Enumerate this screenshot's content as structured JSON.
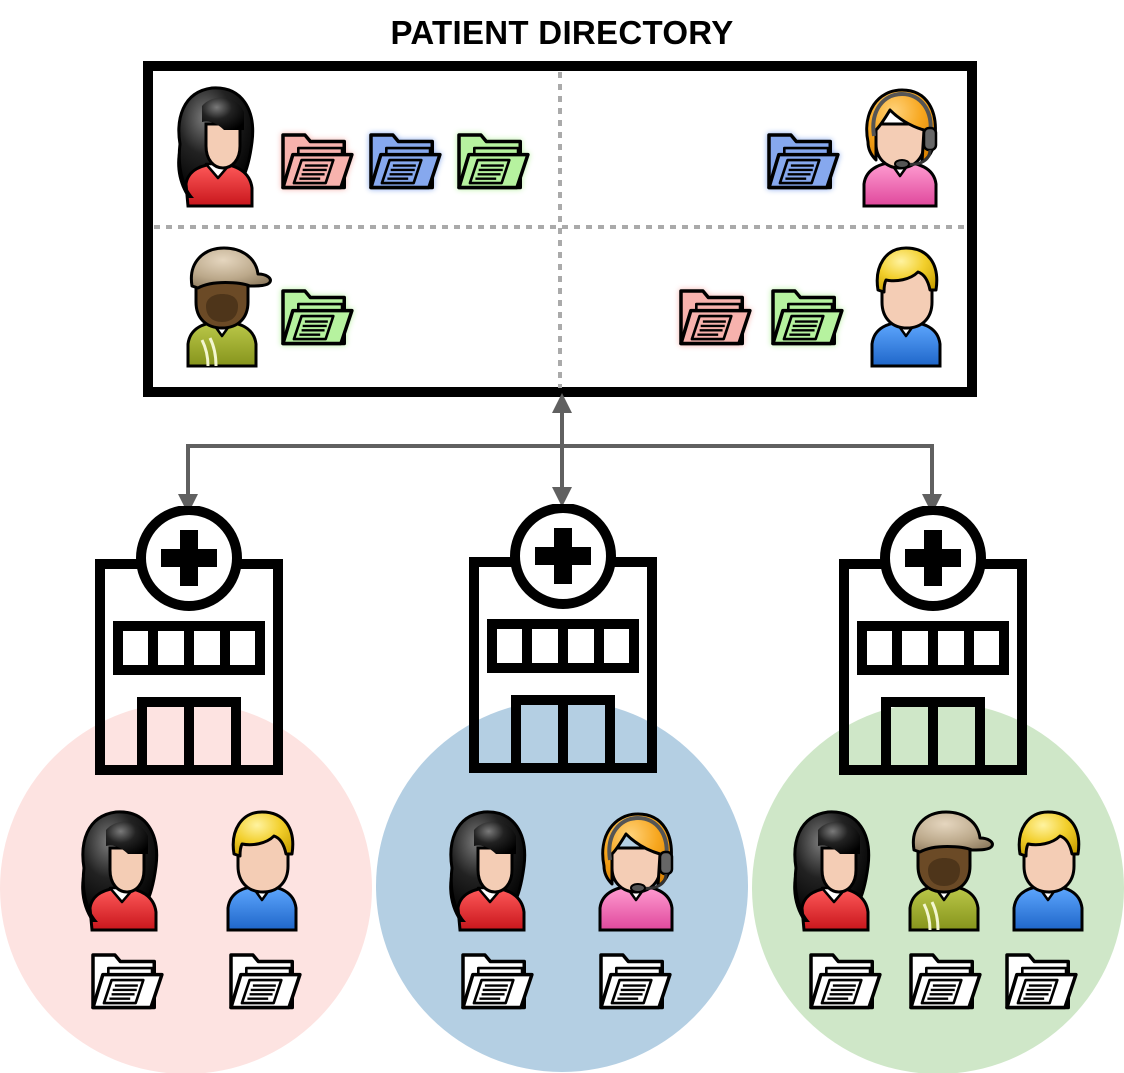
{
  "title": "PATIENT DIRECTORY",
  "colors": {
    "hospital_1_area": "#fde3e1",
    "hospital_2_area": "#b4cfe3",
    "hospital_3_area": "#cfe7c8",
    "folder_red": "#f7b2ad",
    "folder_blue": "#86a8ee",
    "folder_green": "#b6f29f",
    "connector": "#606060"
  },
  "directory": {
    "quadrants": [
      {
        "patient": "woman-black-hair",
        "records": [
          "red",
          "blue",
          "green"
        ]
      },
      {
        "patient": "woman-headset",
        "records": [
          "blue"
        ]
      },
      {
        "patient": "man-brown-cap",
        "records": [
          "green"
        ]
      },
      {
        "patient": "man-blonde",
        "records": [
          "red",
          "green"
        ]
      }
    ]
  },
  "hospitals": [
    {
      "id": "hospital-red",
      "color": "red",
      "patients": [
        "woman-black-hair",
        "man-blonde"
      ]
    },
    {
      "id": "hospital-blue",
      "color": "blue",
      "patients": [
        "woman-black-hair",
        "woman-headset"
      ]
    },
    {
      "id": "hospital-green",
      "color": "green",
      "patients": [
        "woman-black-hair",
        "man-brown-cap",
        "man-blonde"
      ]
    }
  ]
}
